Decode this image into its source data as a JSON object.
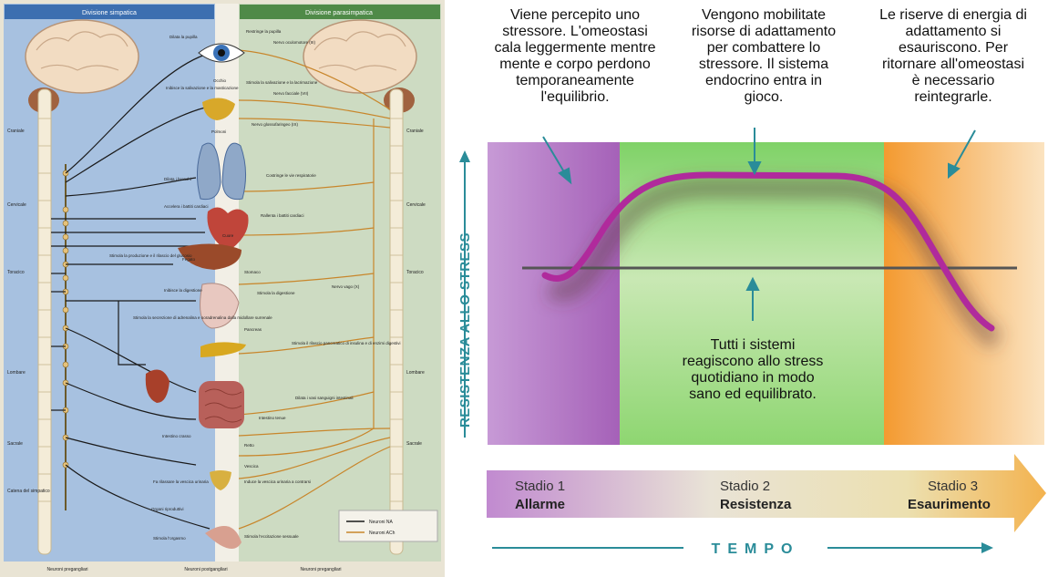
{
  "nervous_system": {
    "sympathetic_title": "Divisione simpatica",
    "parasympathetic_title": "Divisione parasimpatica",
    "regions": [
      "Craniale",
      "Cervicale",
      "Toracico",
      "Lombare",
      "Sacrale"
    ],
    "chain_label": "Catena del simpatico",
    "organs": [
      "Occhio",
      "Polmoni",
      "Cuore",
      "Fegato",
      "Stomaco",
      "Pancreas",
      "Intestino tenue",
      "Intestino crasso",
      "Retto",
      "Vescica",
      "Organi riproduttivi"
    ],
    "sympathetic_actions": [
      "Dilata la pupilla",
      "Inibisce la salivazione e la masticazione",
      "Dilata i bronchi",
      "Accelera i battiti cardiaci",
      "Stimola la produzione e il rilascio del glucosio",
      "Inibisce la digestione",
      "Stimola la secrezione di adrenalina e noradrenalina dalla midollare surrenale",
      "Fa rilassare la vescica urinaria",
      "Stimola l'orgasmo"
    ],
    "parasympathetic_actions": [
      "Restringe la pupilla",
      "Stimola la salivazione e la lacrimazione",
      "Costringe le vie respiratorie",
      "Rallenta i battiti cardiaci",
      "Stimola la digestione",
      "Stimola il rilascio pancreatico di insulina e di enzimi digestivi",
      "Dilata i vasi sanguigni intestinali",
      "Induce la vescica urinaria a contrarsi",
      "Stimola l'eccitazione sessuale"
    ],
    "nerves": [
      "Nervo oculomotore (III)",
      "Nervo facciale (VII)",
      "Nervo glossofaringeo (IX)",
      "Nervo vago (X)"
    ],
    "legend": [
      {
        "label": "Neuroni NA",
        "color": "#1a1a1a"
      },
      {
        "label": "Neuroni ACh",
        "color": "#c8862b"
      }
    ],
    "bottom_labels": [
      "Neuroni pregangliari",
      "Neuroni postgangliari",
      "Neuroni pregangliari"
    ]
  },
  "stress_curve": {
    "annotations": {
      "alarm": [
        "Viene percepito uno",
        "stressore. L'omeostasi",
        "cala leggermente mentre",
        "mente e corpo perdono",
        "temporaneamente",
        "l'equilibrio."
      ],
      "resistance": [
        "Vengono mobilitate",
        "risorse di adattamento",
        "per combattere lo",
        "stressore. Il sistema",
        "endocrino entra in",
        "gioco."
      ],
      "exhaustion": [
        "Le riserve di energia di",
        "adattamento si",
        "esauriscono. Per",
        "ritornare all'omeostasi",
        "è necessario",
        "reintegrarle."
      ],
      "baseline": [
        "Tutti i sistemi",
        "reagiscono allo stress",
        "quotidiano in modo",
        "sano ed equilibrato."
      ]
    },
    "y_axis_label": "RESISTENZA ALLO STRESS",
    "x_axis_label": "TEMPO",
    "stages": [
      {
        "number": "Stadio 1",
        "name": "Allarme"
      },
      {
        "number": "Stadio 2",
        "name": "Resistenza"
      },
      {
        "number": "Stadio 3",
        "name": "Esaurimento"
      }
    ],
    "colors": {
      "alarm": "#b877c6",
      "resistance": "#8fd67a",
      "exhaustion": "#f7a640",
      "curve": "#b02a9c",
      "baseline": "#555555",
      "arrow": "#2a8c99"
    }
  }
}
